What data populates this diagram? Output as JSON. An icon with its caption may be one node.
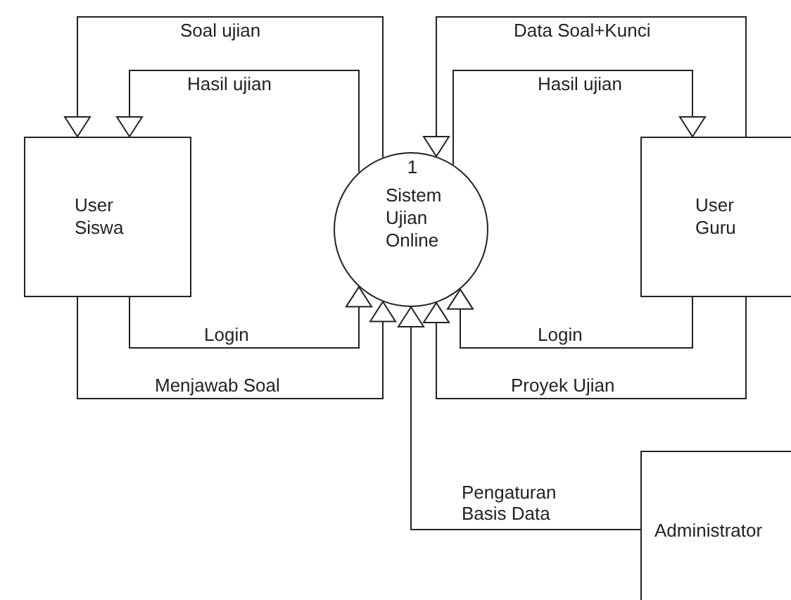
{
  "diagram": {
    "nodes": [
      {
        "text": [
          "User Siswa"
        ]
      },
      {
        "text": [
          "1",
          "Sistem Ujian Online"
        ]
      },
      {
        "text": [
          "User Guru"
        ]
      },
      {
        "text": [
          "Administrator"
        ]
      }
    ],
    "edges": [
      {
        "from": 1,
        "to": 0,
        "arrow": "to",
        "label": "Soal ujian"
      },
      {
        "from": 1,
        "to": 0,
        "arrow": "to",
        "label": "Hasil ujian"
      },
      {
        "from": 0,
        "to": 1,
        "arrow": "to",
        "label": "Login"
      },
      {
        "from": 0,
        "to": 1,
        "arrow": "to",
        "label": "Menjawab Soal"
      },
      {
        "from": 2,
        "to": 1,
        "arrow": "to",
        "label": "Data Soal+Kunci"
      },
      {
        "from": 1,
        "to": 2,
        "arrow": "to",
        "label": "Hasil ujian"
      },
      {
        "from": 2,
        "to": 1,
        "arrow": "to",
        "label": "Login"
      },
      {
        "from": 2,
        "to": 1,
        "arrow": "to",
        "label": "Proyek Ujian"
      },
      {
        "from": 3,
        "to": 1,
        "arrow": "to",
        "label": "Pengaturan Basis Data"
      }
    ]
  }
}
